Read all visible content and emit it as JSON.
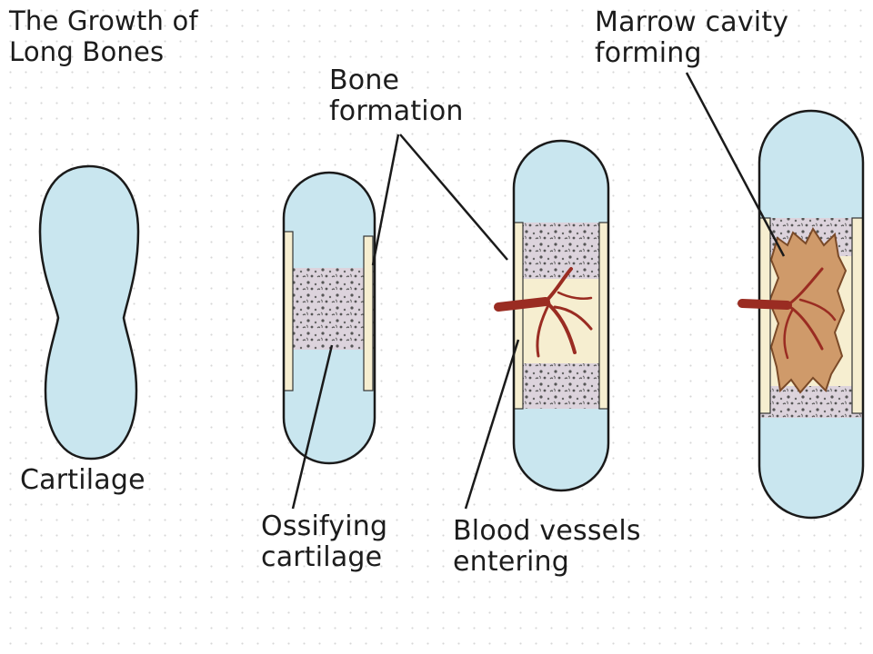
{
  "title": "The Growth of\nLong Bones",
  "labels": {
    "cartilage": "Cartilage",
    "bone_formation": "Bone\nformation",
    "ossifying_cartilage": "Ossifying\ncartilage",
    "blood_vessels": "Blood vessels\nentering",
    "marrow_cavity": "Marrow cavity\nforming"
  },
  "colors": {
    "cartilage": "#c9e6ef",
    "bone_collar": "#f6eed0",
    "ossified_zone": "#dcd3dc",
    "blood_vessel": "#9a2c22",
    "marrow": "#cf9a6a",
    "outline": "#1a1a1a"
  }
}
